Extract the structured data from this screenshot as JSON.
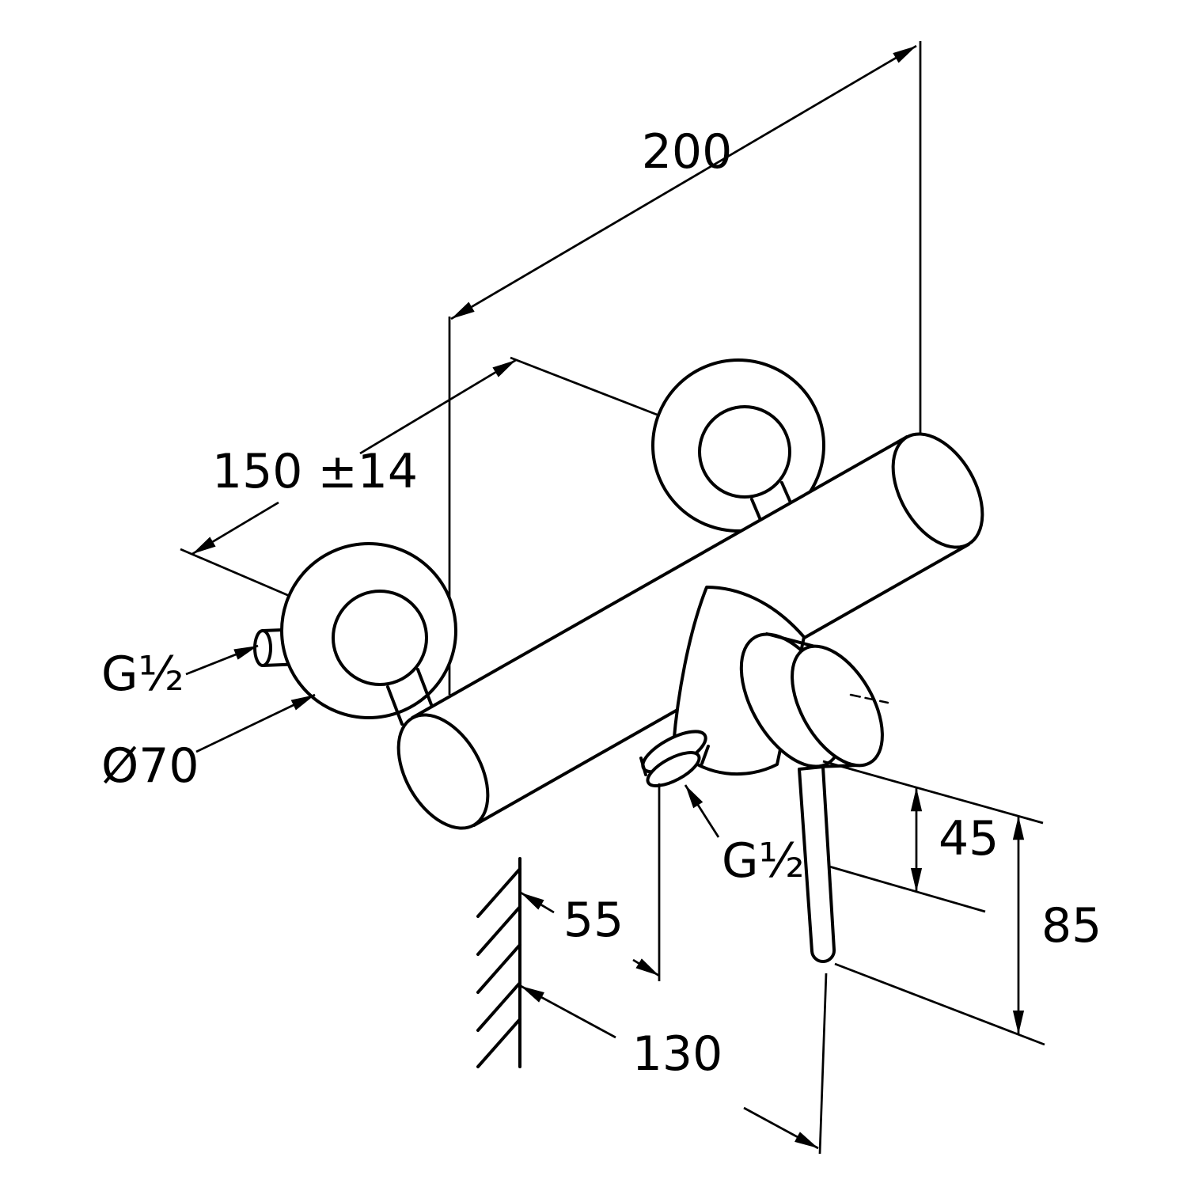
{
  "drawing": {
    "background_color": "#ffffff",
    "line_color": "#000000",
    "labels": {
      "total_width": "200",
      "pin_distance": "150 ±14",
      "wall_thread": "G½",
      "rosette_diameter": "Ø70",
      "outlet_thread": "G½",
      "outlet_offset": "45",
      "handle_offset": "85",
      "outlet_distance": "55",
      "handle_distance": "130"
    }
  }
}
